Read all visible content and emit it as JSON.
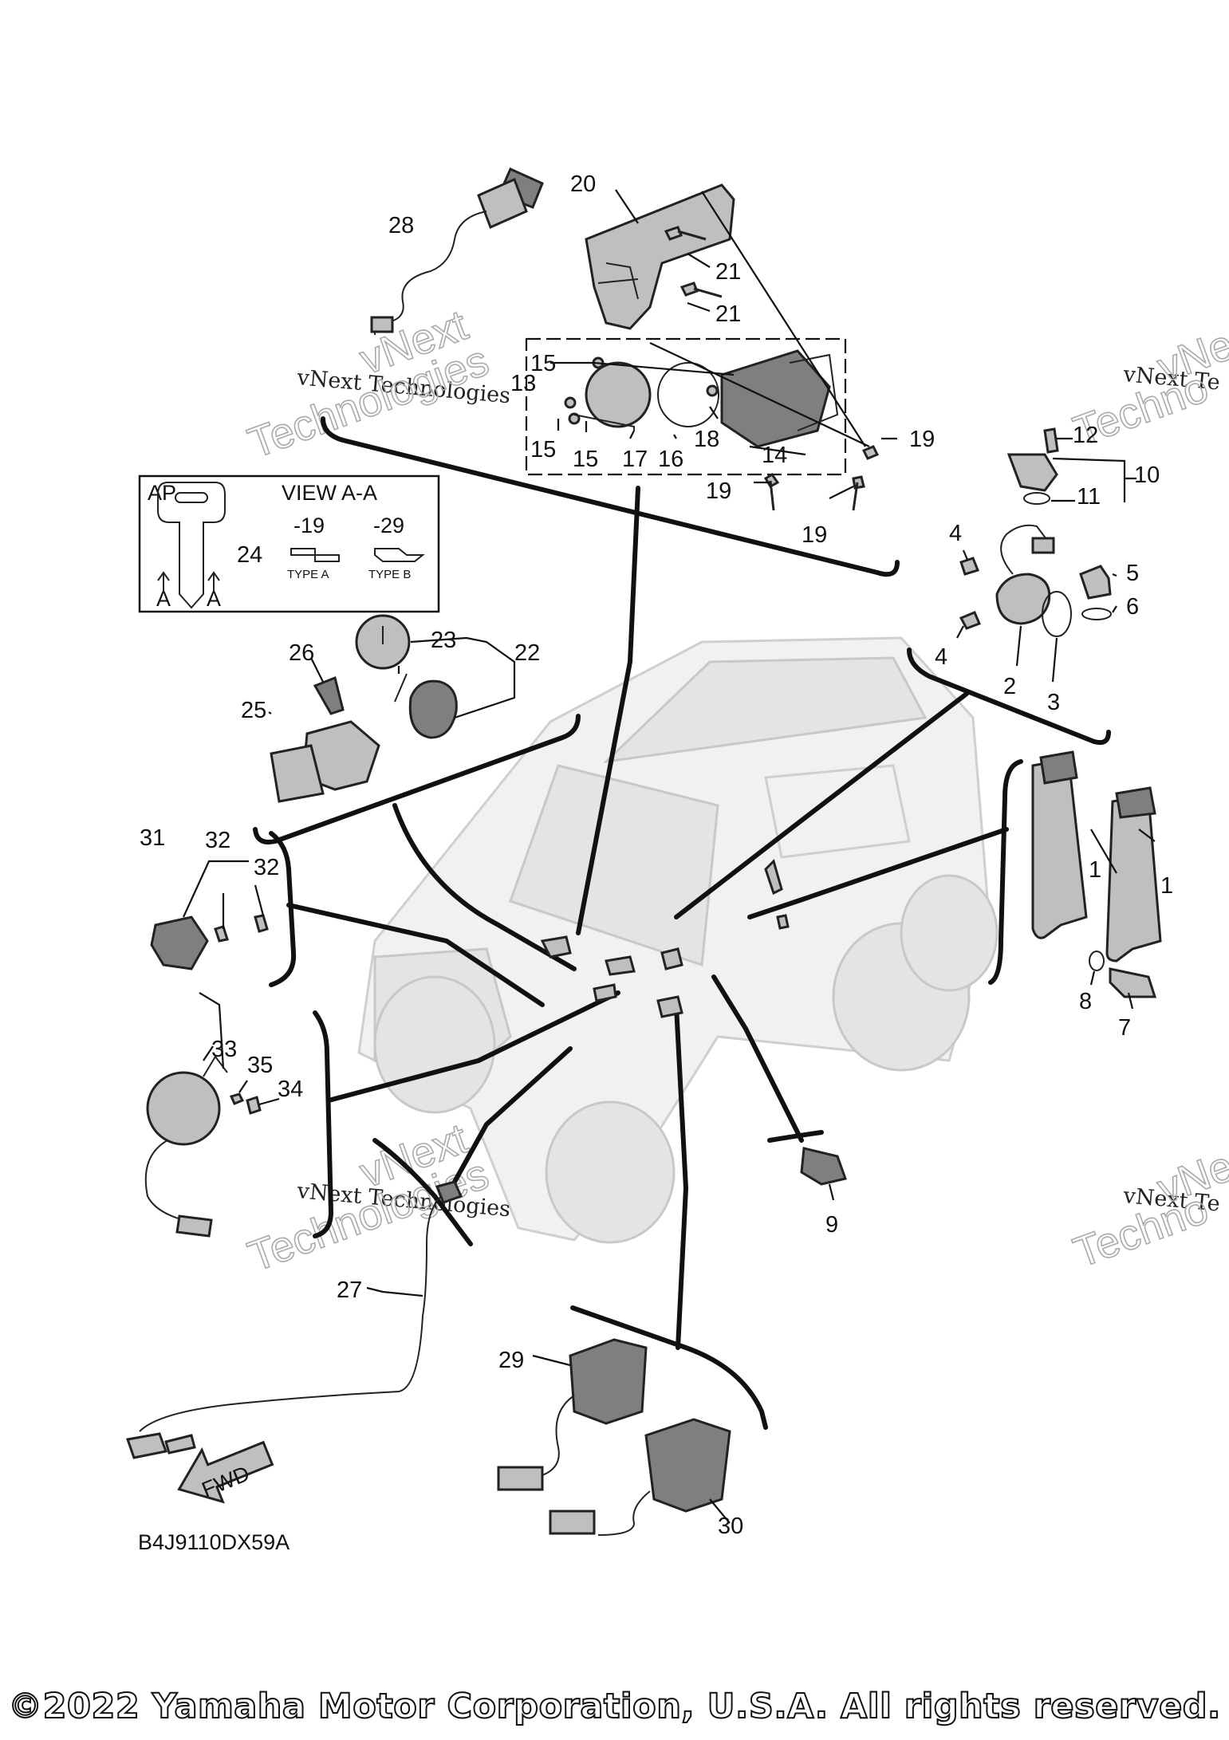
{
  "callouts": {
    "c1a": "1",
    "c1b": "1",
    "c2": "2",
    "c3": "3",
    "c4a": "4",
    "c4b": "4",
    "c5": "5",
    "c6": "6",
    "c7": "7",
    "c8": "8",
    "c9": "9",
    "c10": "10",
    "c11": "11",
    "c12": "12",
    "c13": "13",
    "c14": "14",
    "c15a": "15",
    "c15b": "15",
    "c15c": "15",
    "c16": "16",
    "c17": "17",
    "c18": "18",
    "c19a": "19",
    "c19b": "19",
    "c19c": "19",
    "c20": "20",
    "c21a": "21",
    "c21b": "21",
    "c22": "22",
    "c23": "23",
    "c24": "24",
    "c25": "25",
    "c26": "26",
    "c27": "27",
    "c28": "28",
    "c29": "29",
    "c30": "30",
    "c31": "31",
    "c32a": "32",
    "c32b": "32",
    "c33": "33",
    "c34": "34",
    "c35": "35"
  },
  "view_box": {
    "ap": "AP",
    "view": "VIEW A-A",
    "col1": "-19",
    "col2": "-29",
    "type_a": "TYPE A",
    "type_b": "TYPE B",
    "arrow_a1": "A",
    "arrow_a2": "A"
  },
  "fwd_label": "FWD",
  "diagram_code": "B4J9110DX59A",
  "watermark": {
    "line1": "vNext Technologies",
    "line2a": "vNext",
    "line2b": "Technologies",
    "edge1": "vNext Te",
    "edge2": "Techno",
    "edge3": "vNe"
  },
  "copyright": "©2022 Yamaha Motor Corporation, U.S.A. All rights reserved."
}
